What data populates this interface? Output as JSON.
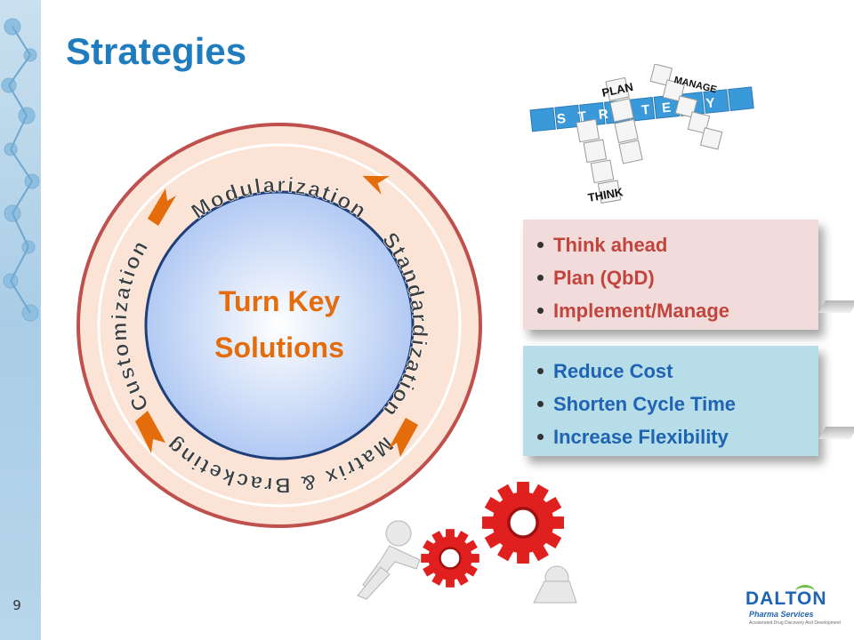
{
  "slide": {
    "title": "Strategies",
    "number": "9"
  },
  "cycle": {
    "center_line1": "Turn Key",
    "center_line2": "Solutions",
    "stages": [
      "Modularization",
      "Standardization",
      "Matrix & Bracketing",
      "Customization"
    ]
  },
  "boxes": {
    "planning": [
      "Think ahead",
      "Plan (QbD)",
      "Implement/Manage"
    ],
    "benefits": [
      "Reduce Cost",
      "Shorten Cycle Time",
      "Increase Flexibility"
    ]
  },
  "graphics": {
    "crossword_letters": {
      "strategy": "STRATEGY",
      "plan": "PLAN",
      "think": "THINK",
      "manage": "MANAGE"
    }
  },
  "logo": {
    "word": "DALTON",
    "subtitle": "Pharma Services",
    "tagline": "Accelerated Drug Discovery And Development"
  },
  "colors": {
    "title": "#1f7dbf",
    "ring_fill": "#fbe4d5",
    "ring_border": "#c0504d",
    "arrow": "#e46c0a",
    "center_text": "#e46c0a",
    "box_pink": "#f2dcdb",
    "box_pink_text": "#c1443d",
    "box_blue": "#b7dde8",
    "box_blue_text": "#1f63b3",
    "gear": "#e01f1f",
    "logo": "#1f63b3"
  }
}
